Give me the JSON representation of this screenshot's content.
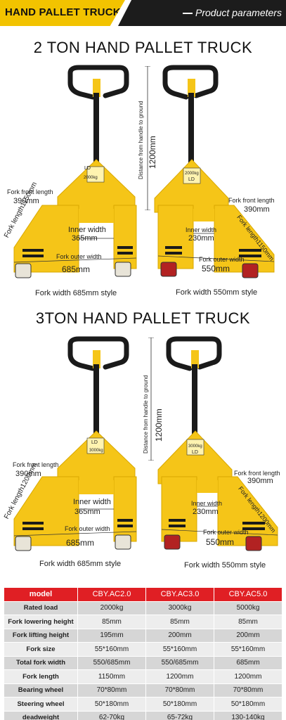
{
  "header": {
    "left_title": "HAND PALLET TRUCK",
    "right_title": "Product parameters"
  },
  "section1": {
    "title": "2 TON HAND PALLET TRUCK",
    "left": {
      "plate_top": "LD",
      "plate_bottom": "2000kg",
      "fork_front_label": "Fork front length",
      "fork_front_value": "390mm",
      "fork_length": "Fork length1150mm",
      "inner_label": "Inner width",
      "inner_value": "365mm",
      "outer_label": "Fork outer width",
      "outer_value": "685mm",
      "caption": "Fork width 685mm style"
    },
    "handle_label": "Distance from handle to ground",
    "handle_value": "1200mm",
    "right": {
      "plate_top": "2000kg",
      "plate_bottom": "LD",
      "fork_front_label": "Fork front length",
      "fork_front_value": "390mm",
      "fork_length": "Fork length1150mm",
      "inner_label": "Inner width",
      "inner_value": "230mm",
      "outer_label": "Fork outer width",
      "outer_value": "550mm",
      "caption": "Fork width 550mm style"
    }
  },
  "section2": {
    "title": "3TON HAND PALLET TRUCK",
    "left": {
      "plate_top": "LD",
      "plate_bottom": "3000kg",
      "fork_front_label": "Fork front length",
      "fork_front_value": "390mm",
      "fork_length": "Fork length1200mm",
      "inner_label": "Inner width",
      "inner_value": "365mm",
      "outer_label": "Fork outer width",
      "outer_value": "685mm",
      "caption": "Fork width 685mm style"
    },
    "handle_label": "Distance from handle to ground",
    "handle_value": "1200mm",
    "right": {
      "plate_top": "3000kg",
      "plate_bottom": "LD",
      "fork_front_label": "Fork front length",
      "fork_front_value": "390mm",
      "fork_length": "Fork length1200mm",
      "inner_label": "Inner width",
      "inner_value": "230mm",
      "outer_label": "Fork outer width",
      "outer_value": "550mm",
      "caption": "Fork width 550mm style"
    }
  },
  "table": {
    "headers": [
      "model",
      "CBY.AC2.0",
      "CBY.AC3.0",
      "CBY.AC5.0"
    ],
    "rows": [
      [
        "Rated load",
        "2000kg",
        "3000kg",
        "5000kg"
      ],
      [
        "Fork lowering height",
        "85mm",
        "85mm",
        "85mm"
      ],
      [
        "Fork lifting height",
        "195mm",
        "200mm",
        "200mm"
      ],
      [
        "Fork size",
        "55*160mm",
        "55*160mm",
        "55*160mm"
      ],
      [
        "Total fork width",
        "550/685mm",
        "550/685mm",
        "685mm"
      ],
      [
        "Fork length",
        "1150mm",
        "1200mm",
        "1200mm"
      ],
      [
        "Bearing wheel",
        "70*80mm",
        "70*80mm",
        "70*80mm"
      ],
      [
        "Steering wheel",
        "50*180mm",
        "50*180mm",
        "50*180mm"
      ],
      [
        "deadweight",
        "62-70kg",
        "65-72kg",
        "130-140kg"
      ]
    ]
  },
  "colors": {
    "truck_yellow": "#f5c518",
    "header_yellow": "#f2c300",
    "header_dark": "#1c1c1c",
    "table_red": "#e01f24"
  }
}
